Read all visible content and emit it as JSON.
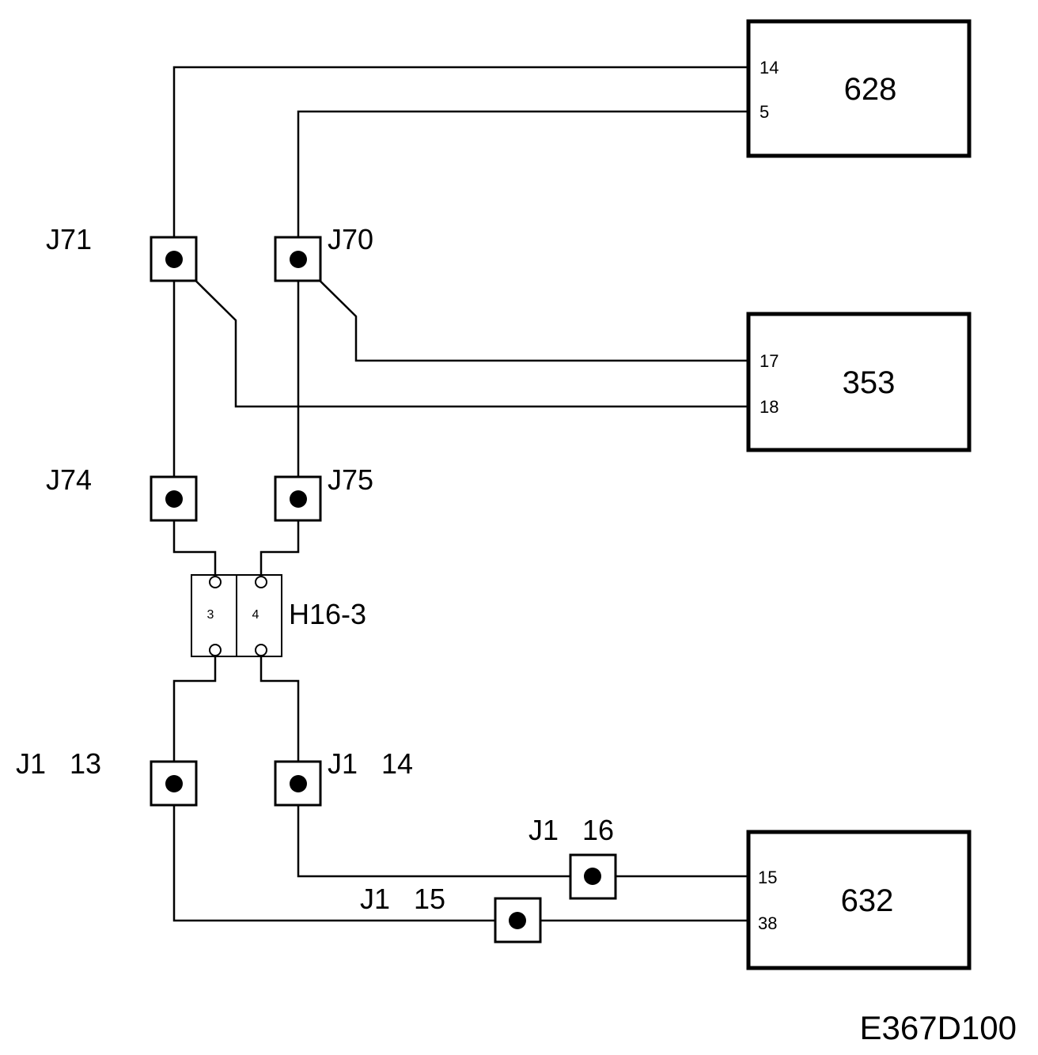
{
  "components": {
    "c628": {
      "label": "628",
      "pin_a": "14",
      "pin_b": "5"
    },
    "c353": {
      "label": "353",
      "pin_a": "17",
      "pin_b": "18"
    },
    "c632": {
      "label": "632",
      "pin_a": "15",
      "pin_b": "38"
    }
  },
  "connectors": {
    "j71": "J71",
    "j70": "J70",
    "j74": "J74",
    "j75": "J75",
    "j1_13": "J1   13",
    "j1_14": "J1   14",
    "j1_15": "J1   15",
    "j1_16": "J1   16"
  },
  "splice": {
    "label": "H16-3",
    "left_pin": "3",
    "right_pin": "4"
  },
  "drawing_code": "E367D100"
}
